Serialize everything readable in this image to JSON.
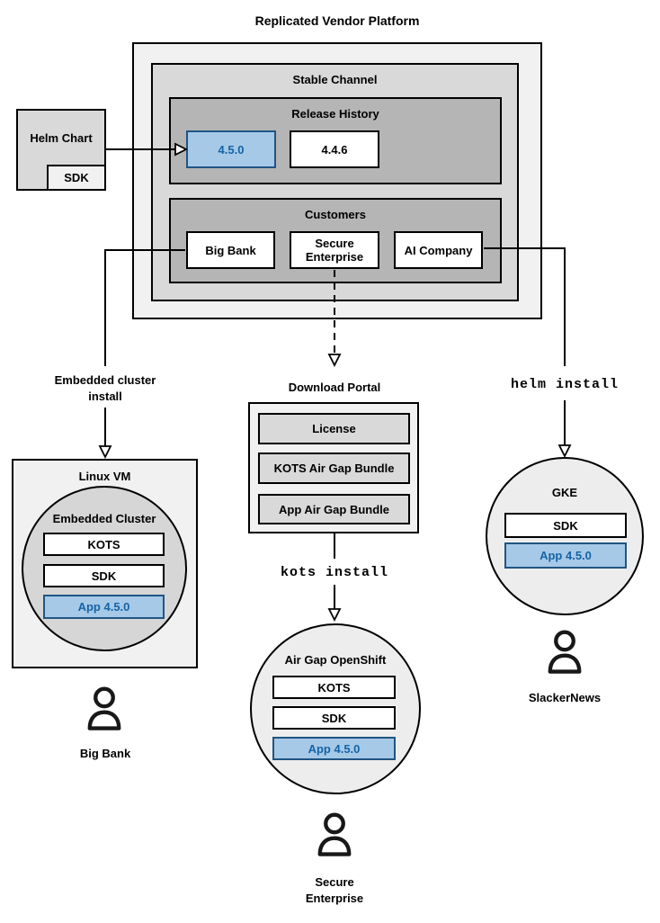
{
  "title": "Replicated Vendor Platform",
  "colors": {
    "highlight_fill": "#a6c9e8",
    "highlight_border": "#1f5582",
    "highlight_text": "#1563a5",
    "box_light": "#f1f1f1",
    "box_mid": "#d9d9d9",
    "box_dark": "#b5b5b5",
    "circle_light": "#ededed",
    "circle_mid": "#d6d6d6"
  },
  "platform": {
    "stable_channel_label": "Stable Channel",
    "release_history": {
      "label": "Release History",
      "releases": [
        "4.5.0",
        "4.4.6"
      ]
    },
    "customers": {
      "label": "Customers",
      "items": [
        "Big Bank",
        "Secure\nEnterprise",
        "AI Company"
      ]
    }
  },
  "helm_chart": {
    "label": "Helm Chart",
    "sdk": "SDK"
  },
  "connectors": {
    "embedded_install": "Embedded cluster\ninstall",
    "kots_install": "kots install",
    "helm_install": "helm install"
  },
  "download_portal": {
    "label": "Download Portal",
    "items": [
      "License",
      "KOTS Air Gap Bundle",
      "App Air Gap Bundle"
    ]
  },
  "environments": {
    "linux_vm": {
      "label": "Linux VM",
      "cluster_label": "Embedded Cluster",
      "components": [
        "KOTS",
        "SDK"
      ],
      "app": "App 4.5.0",
      "user": "Big Bank"
    },
    "openshift": {
      "label": "Air Gap OpenShift",
      "components": [
        "KOTS",
        "SDK"
      ],
      "app": "App 4.5.0",
      "user": "Secure\nEnterprise"
    },
    "gke": {
      "label": "GKE",
      "components": [
        "SDK"
      ],
      "app": "App 4.5.0",
      "user": "SlackerNews"
    }
  }
}
